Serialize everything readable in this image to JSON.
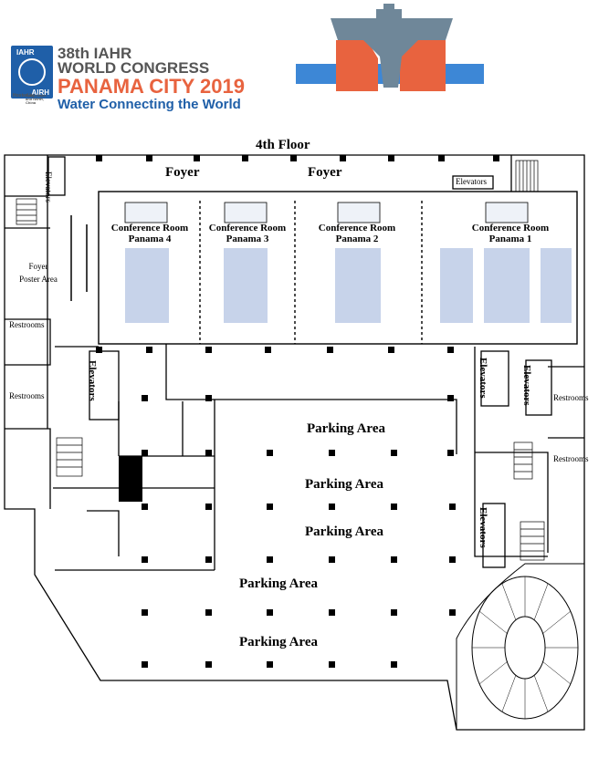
{
  "logo": {
    "badge_top": "IAHR",
    "badge_bottom": "AIRH",
    "hosted_by": "Hosted by",
    "host_org": "Spain Water and IWHR, China",
    "line1": "38th IAHR",
    "line2": "WORLD CONGRESS",
    "line3": "PANAMA CITY 2019",
    "tagline": "Water Connecting the World",
    "colors": {
      "blue": "#1f5fa8",
      "orange": "#e8633f",
      "gray": "#6f8799"
    }
  },
  "floor": {
    "title": "4th Floor",
    "foyers": [
      "Foyer",
      "Foyer"
    ],
    "foyer_poster": {
      "line1": "Foyer",
      "line2": "Poster Area"
    },
    "rooms": [
      {
        "line1": "Conference Room",
        "line2": "Panama 4"
      },
      {
        "line1": "Conference Room",
        "line2": "Panama 3"
      },
      {
        "line1": "Conference Room",
        "line2": "Panama 2"
      },
      {
        "line1": "Conference Room",
        "line2": "Panama 1"
      }
    ],
    "elevators": "Elevators",
    "restrooms": "Restrooms",
    "parking": [
      "Parking Area",
      "Parking Area",
      "Parking Area",
      "Parking Area",
      "Parking Area"
    ]
  }
}
